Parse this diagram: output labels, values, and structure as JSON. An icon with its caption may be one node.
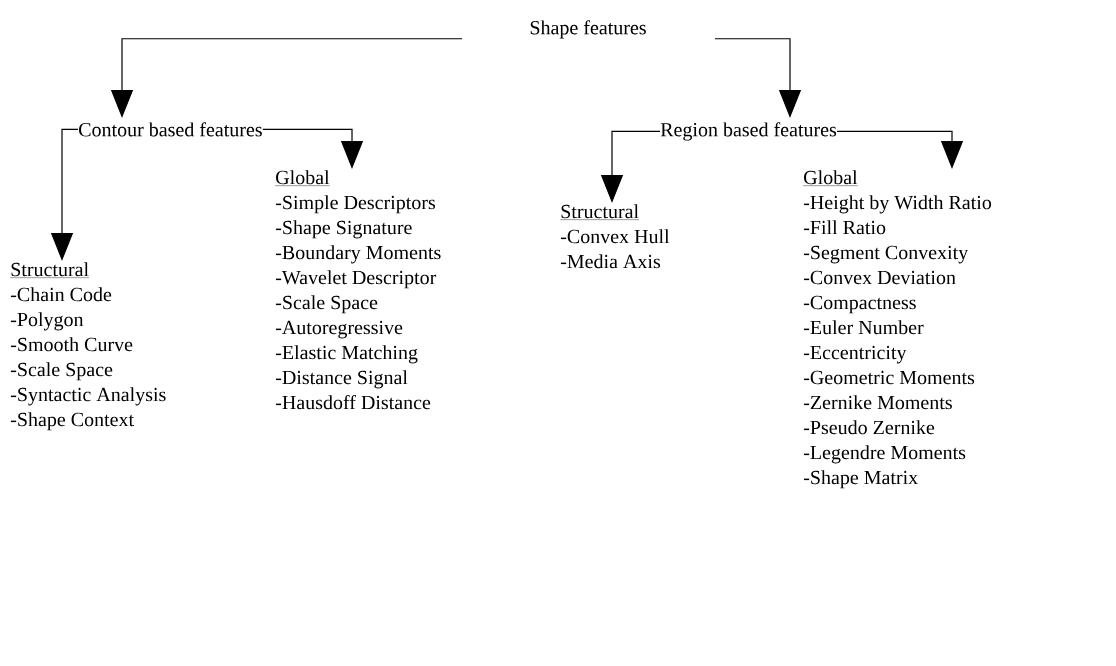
{
  "diagram": {
    "nodes": [
      {
        "text": [
          "Shape features"
        ]
      },
      {
        "text": [
          "Contour based features"
        ]
      },
      {
        "text": [
          "Region based features"
        ]
      },
      {
        "text": [
          "Structural",
          "-Chain Code",
          "-Polygon",
          "-Smooth Curve",
          "-Scale Space",
          "-Syntactic Analysis",
          "-Shape Context"
        ]
      },
      {
        "text": [
          "Global",
          "-Simple Descriptors",
          "-Shape Signature",
          "-Boundary Moments",
          "-Wavelet Descriptor",
          "-Scale Space",
          "-Autoregressive",
          "-Elastic Matching",
          "-Distance Signal",
          "-Hausdoff Distance"
        ]
      },
      {
        "text": [
          "Structural",
          "-Convex Hull",
          "-Media Axis"
        ]
      },
      {
        "text": [
          "Global",
          "-Height by Width Ratio",
          "-Fill Ratio",
          "-Segment Convexity",
          "-Convex Deviation",
          "-Compactness",
          "-Euler Number",
          "-Eccentricity",
          "-Geometric Moments",
          "-Zernike Moments",
          "-Pseudo Zernike",
          "-Legendre Moments",
          "-Shape Matrix"
        ]
      }
    ],
    "edges": [
      {
        "from": 0,
        "to": 1,
        "arrow": "to"
      },
      {
        "from": 0,
        "to": 2,
        "arrow": "to"
      },
      {
        "from": 1,
        "to": 3,
        "arrow": "to"
      },
      {
        "from": 1,
        "to": 4,
        "arrow": "to"
      },
      {
        "from": 2,
        "to": 5,
        "arrow": "to"
      },
      {
        "from": 2,
        "to": 6,
        "arrow": "to"
      }
    ]
  }
}
